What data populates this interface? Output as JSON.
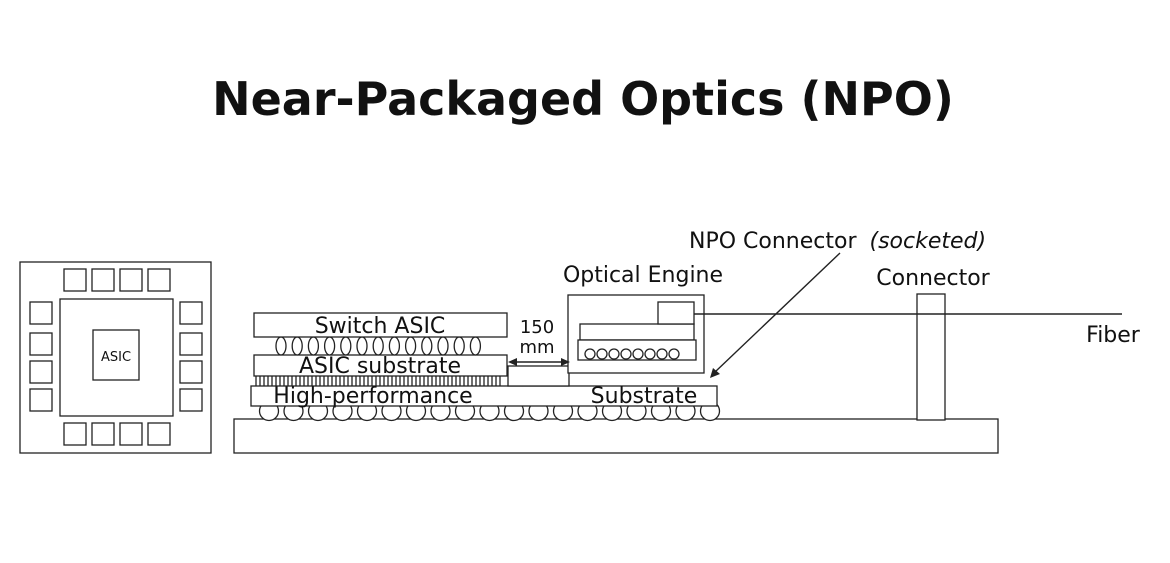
{
  "title": "Near-Packaged Optics (NPO)",
  "top_view": {
    "chip_label": "ASIC"
  },
  "side_view": {
    "switch_asic": "Switch ASIC",
    "asic_substrate": "ASIC substrate",
    "hp_left": "High-performance",
    "hp_right": "Substrate",
    "distance_value": "150",
    "distance_unit": "mm",
    "optical_engine": "Optical Engine",
    "npo_connector": "NPO Connector",
    "npo_connector_note": "(socketed)",
    "connector": "Connector",
    "fiber": "Fiber"
  },
  "colors": {
    "stroke": "#222222",
    "fill": "#ffffff",
    "text": "#111111"
  }
}
